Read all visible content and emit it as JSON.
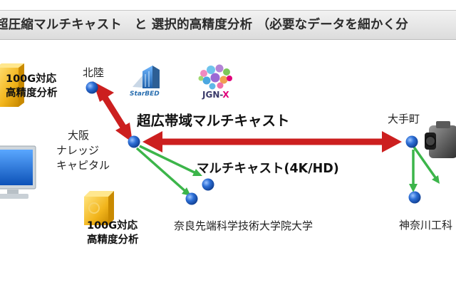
{
  "header": {
    "title": "超圧縮マルチキャスト　と 選択的高精度分析 （必要なデータを細かく分"
  },
  "logos": {
    "starbed": "StarBED",
    "jgn_main": "JGN-",
    "jgn_x": "X"
  },
  "nodes": {
    "hokuriku": "北陸",
    "osaka_line1": "大阪",
    "osaka_line2": "ナレッジ",
    "osaka_line3": "キャピタル",
    "otemachi": "大手町",
    "nara": "奈良先端科学技術大学院大学",
    "kanagawa": "神奈川工科"
  },
  "links": {
    "ultra_multicast": "超広帯域マルチキャスト",
    "multicast_4k": "マルチキャスト(4K/HD)"
  },
  "analysis_boxes": {
    "top_line1": "100G対応",
    "top_line2": "高精度分析",
    "bottom_line1": "100G対応",
    "bottom_line2": "高精度分析"
  },
  "colors": {
    "red_arrow": "#cc1f1f",
    "green_arrow": "#3cb54a",
    "node_blue": "#2d6fd6",
    "box_gold": "#f2b51c"
  }
}
